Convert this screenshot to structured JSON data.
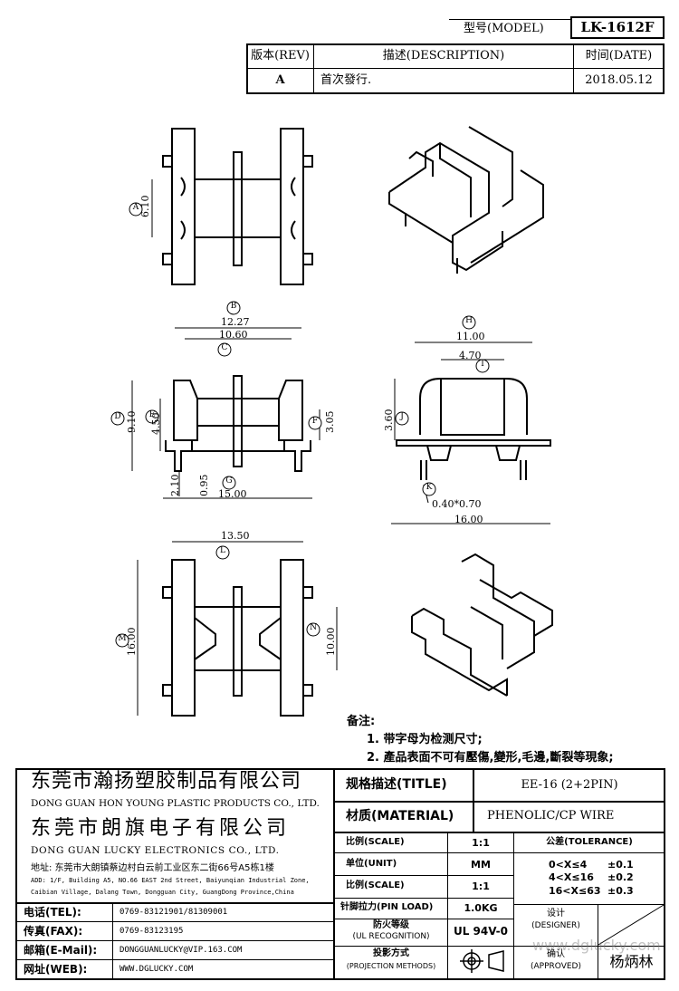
{
  "header": {
    "model_label": "型号(MODEL)",
    "model_value": "LK-1612F",
    "rev_label": "版本(REV)",
    "desc_label": "描述(DESCRIPTION)",
    "date_label": "时间(DATE)",
    "rev_value": "A",
    "desc_value": "首次發行.",
    "date_value": "2018.05.12"
  },
  "drawing": {
    "top_view": {
      "dim_a_letter": "A",
      "dim_a_value": "6.10"
    },
    "front_view": {
      "b_letter": "B",
      "b_value": "12.27",
      "c_letter": "C",
      "c_value": "10.60",
      "d_letter": "D",
      "d_value": "9.10",
      "e_letter": "E",
      "e_value": "4.50",
      "f_letter": "F",
      "f_value": "3.05",
      "g_letter": "G",
      "g_value": "15.00",
      "pin_h": "2.10",
      "pin_w": "0.95"
    },
    "side_view": {
      "h_letter": "H",
      "h_value": "11.00",
      "i_letter": "I",
      "i_value": "4.70",
      "j_letter": "J",
      "j_value": "3.60",
      "k_letter": "K",
      "k_value": "0.40*0.70",
      "width_value": "16.00"
    },
    "bottom_view": {
      "l_letter": "L",
      "l_value": "13.50",
      "m_letter": "M",
      "m_value": "16.00",
      "n_letter": "N",
      "n_value": "10.00"
    }
  },
  "notes": {
    "title": "备注:",
    "items": [
      "1. 带字母为检测尺寸;",
      "2. 產品表面不可有壓傷,變形,毛邊,斷裂等現象;"
    ]
  },
  "company": {
    "name1_cn": "东莞市瀚扬塑胶制品有限公司",
    "name1_en": "DONG GUAN HON YOUNG PLASTIC PRODUCTS CO., LTD.",
    "name2_cn": "东莞市朗旗电子有限公司",
    "name2_en": "DONG GUAN LUCKY ELECTRONICS CO., LTD.",
    "address_cn": "地址: 东莞市大朗镇蔡边村白云前工业区东二街66号A5栋1楼",
    "address_en1": "ADD: 1/F, Building A5, NO.66 EAST 2nd Street, Baiyunqian Industrial Zone,",
    "address_en2": "Caibian Village, Dalang Town, Dongguan City, GuangDong Province,China"
  },
  "contacts": [
    {
      "label": "电话(TEL):",
      "value": "0769-83121901/81309001"
    },
    {
      "label": "传真(FAX):",
      "value": "0769-83123195"
    },
    {
      "label": "邮箱(E-Mail):",
      "value": "DONGGUANLUCKY@VIP.163.COM"
    },
    {
      "label": "网址(WEB):",
      "value": "WWW.DGLUCKY.COM"
    }
  ],
  "title_block": {
    "title_label": "规格描述(TITLE)",
    "title_value": "EE-16 (2+2PIN)",
    "material_label": "材质(MATERIAL)",
    "material_value": "PHENOLIC/CP WIRE",
    "scale_label": "比例(SCALE)",
    "scale_value": "1:1",
    "unit_label": "单位(UNIT)",
    "unit_value": "MM",
    "scale2_label": "比例(SCALE)",
    "scale2_value": "1:1",
    "pin_load_label": "针脚拉力(PIN LOAD)",
    "pin_load_value": "1.0KG",
    "fire_label1": "防火等级",
    "fire_label2": "(UL RECOGNITION)",
    "fire_value": "UL 94V-0",
    "proj_label1": "投影方式",
    "proj_label2": "(PROJECTION METHODS)",
    "tolerance_label": "公差(TOLERANCE)",
    "tol1_range": "0<X≤4",
    "tol1_value": "±0.1",
    "tol2_range": "4<X≤16",
    "tol2_value": "±0.2",
    "tol3_range": "16<X≤63",
    "tol3_value": "±0.3",
    "designer_label1": "设计",
    "designer_label2": "(DESIGNER)",
    "approved_label1": "确认",
    "approved_label2": "(APPROVED)",
    "approver_name": "杨炳林",
    "watermark": "www.dglucky.com"
  }
}
